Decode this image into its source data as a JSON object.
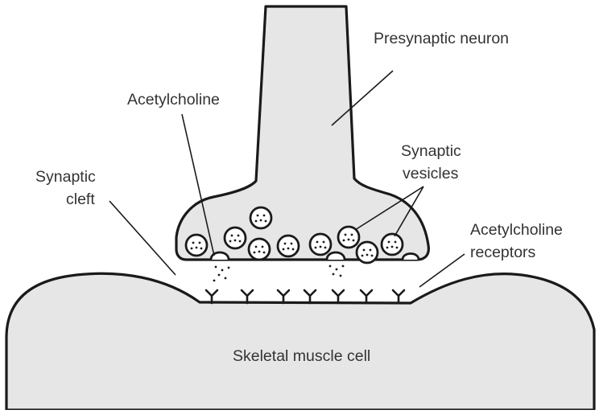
{
  "diagram": {
    "labels": {
      "presynaptic_neuron": "Presynaptic neuron",
      "acetylcholine": "Acetylcholine",
      "synaptic_vesicles_line1": "Synaptic",
      "synaptic_vesicles_line2": "vesicles",
      "synaptic_cleft_line1": "Synaptic",
      "synaptic_cleft_line2": "cleft",
      "acetylcholine_receptors_line1": "Acetylcholine",
      "acetylcholine_receptors_line2": "receptors",
      "skeletal_muscle_cell": "Skeletal muscle cell"
    },
    "colors": {
      "fill": "#e6e6e6",
      "stroke": "#1a1a1a",
      "background": "#ffffff",
      "text": "#333333"
    }
  }
}
